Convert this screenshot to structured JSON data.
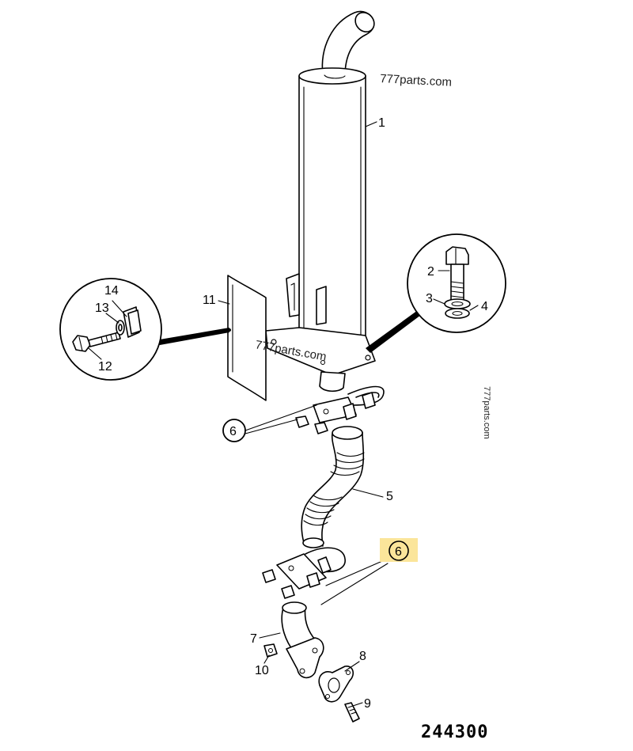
{
  "watermarks": {
    "top": "777parts.com",
    "middle": "777parts.com",
    "side": "777parts.com"
  },
  "drawing_number": "244300",
  "callouts": {
    "p1": "1",
    "p2": "2",
    "p3": "3",
    "p4": "4",
    "p5": "5",
    "p6a": "6",
    "p6b": "6",
    "p7": "7",
    "p8": "8",
    "p9": "9",
    "p10": "10",
    "p11": "11",
    "p12": "12",
    "p13": "13",
    "p14": "14"
  },
  "colors": {
    "highlight": "#fbe59a",
    "ink": "#000000"
  }
}
